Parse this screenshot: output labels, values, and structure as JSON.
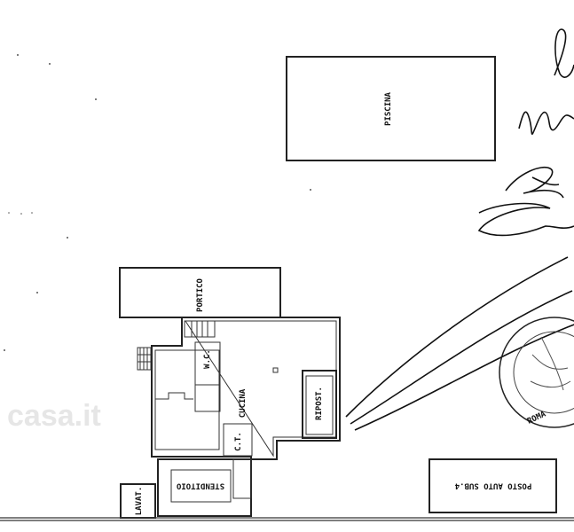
{
  "rooms": {
    "pool": "PISCINA",
    "porch": "PORTICO",
    "wc": "W.C.",
    "kitchen": "CUCINA",
    "storage": "RIPOST.",
    "boiler": "C.T.",
    "drying": "STENDITOIO",
    "laundry": "LAVAT.",
    "parking": "POSTO AUTO SUB.4"
  },
  "stamp": {
    "text": "ROMA"
  },
  "watermark": "casa.it",
  "colors": {
    "ink": "#222222",
    "paper": "#ffffff"
  }
}
